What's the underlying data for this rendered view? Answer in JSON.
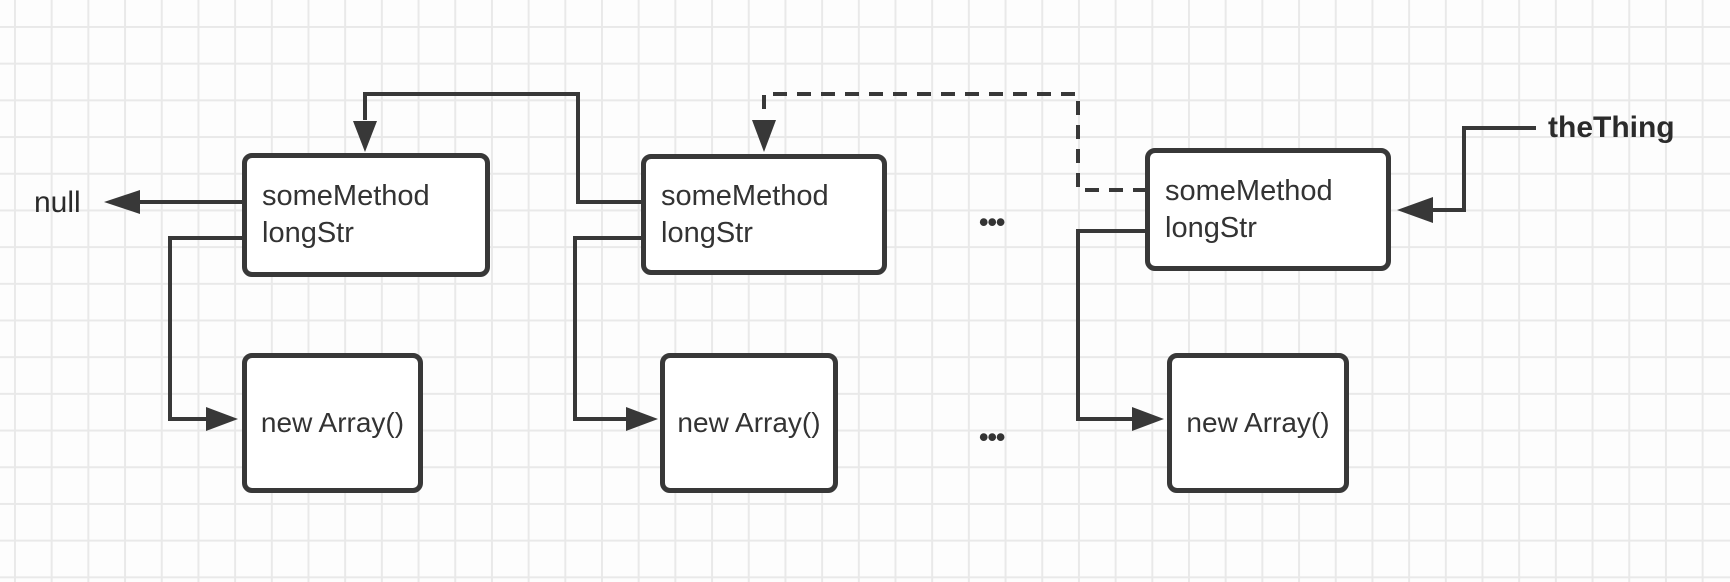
{
  "diagram": {
    "null_label": "null",
    "the_thing_label": "theThing",
    "ellipsis_top": "•••",
    "ellipsis_bottom": "•••",
    "nodes": [
      {
        "line1": "someMethod",
        "line2": "longStr"
      },
      {
        "line1": "someMethod",
        "line2": "longStr"
      },
      {
        "line1": "someMethod",
        "line2": "longStr"
      }
    ],
    "arrays": [
      {
        "label": "new Array()"
      },
      {
        "label": "new Array()"
      },
      {
        "label": "new Array()"
      }
    ],
    "colors": {
      "line": "#383838",
      "text": "#333333",
      "grid": "#e9e9e9",
      "background": "#fdfdfd"
    }
  }
}
